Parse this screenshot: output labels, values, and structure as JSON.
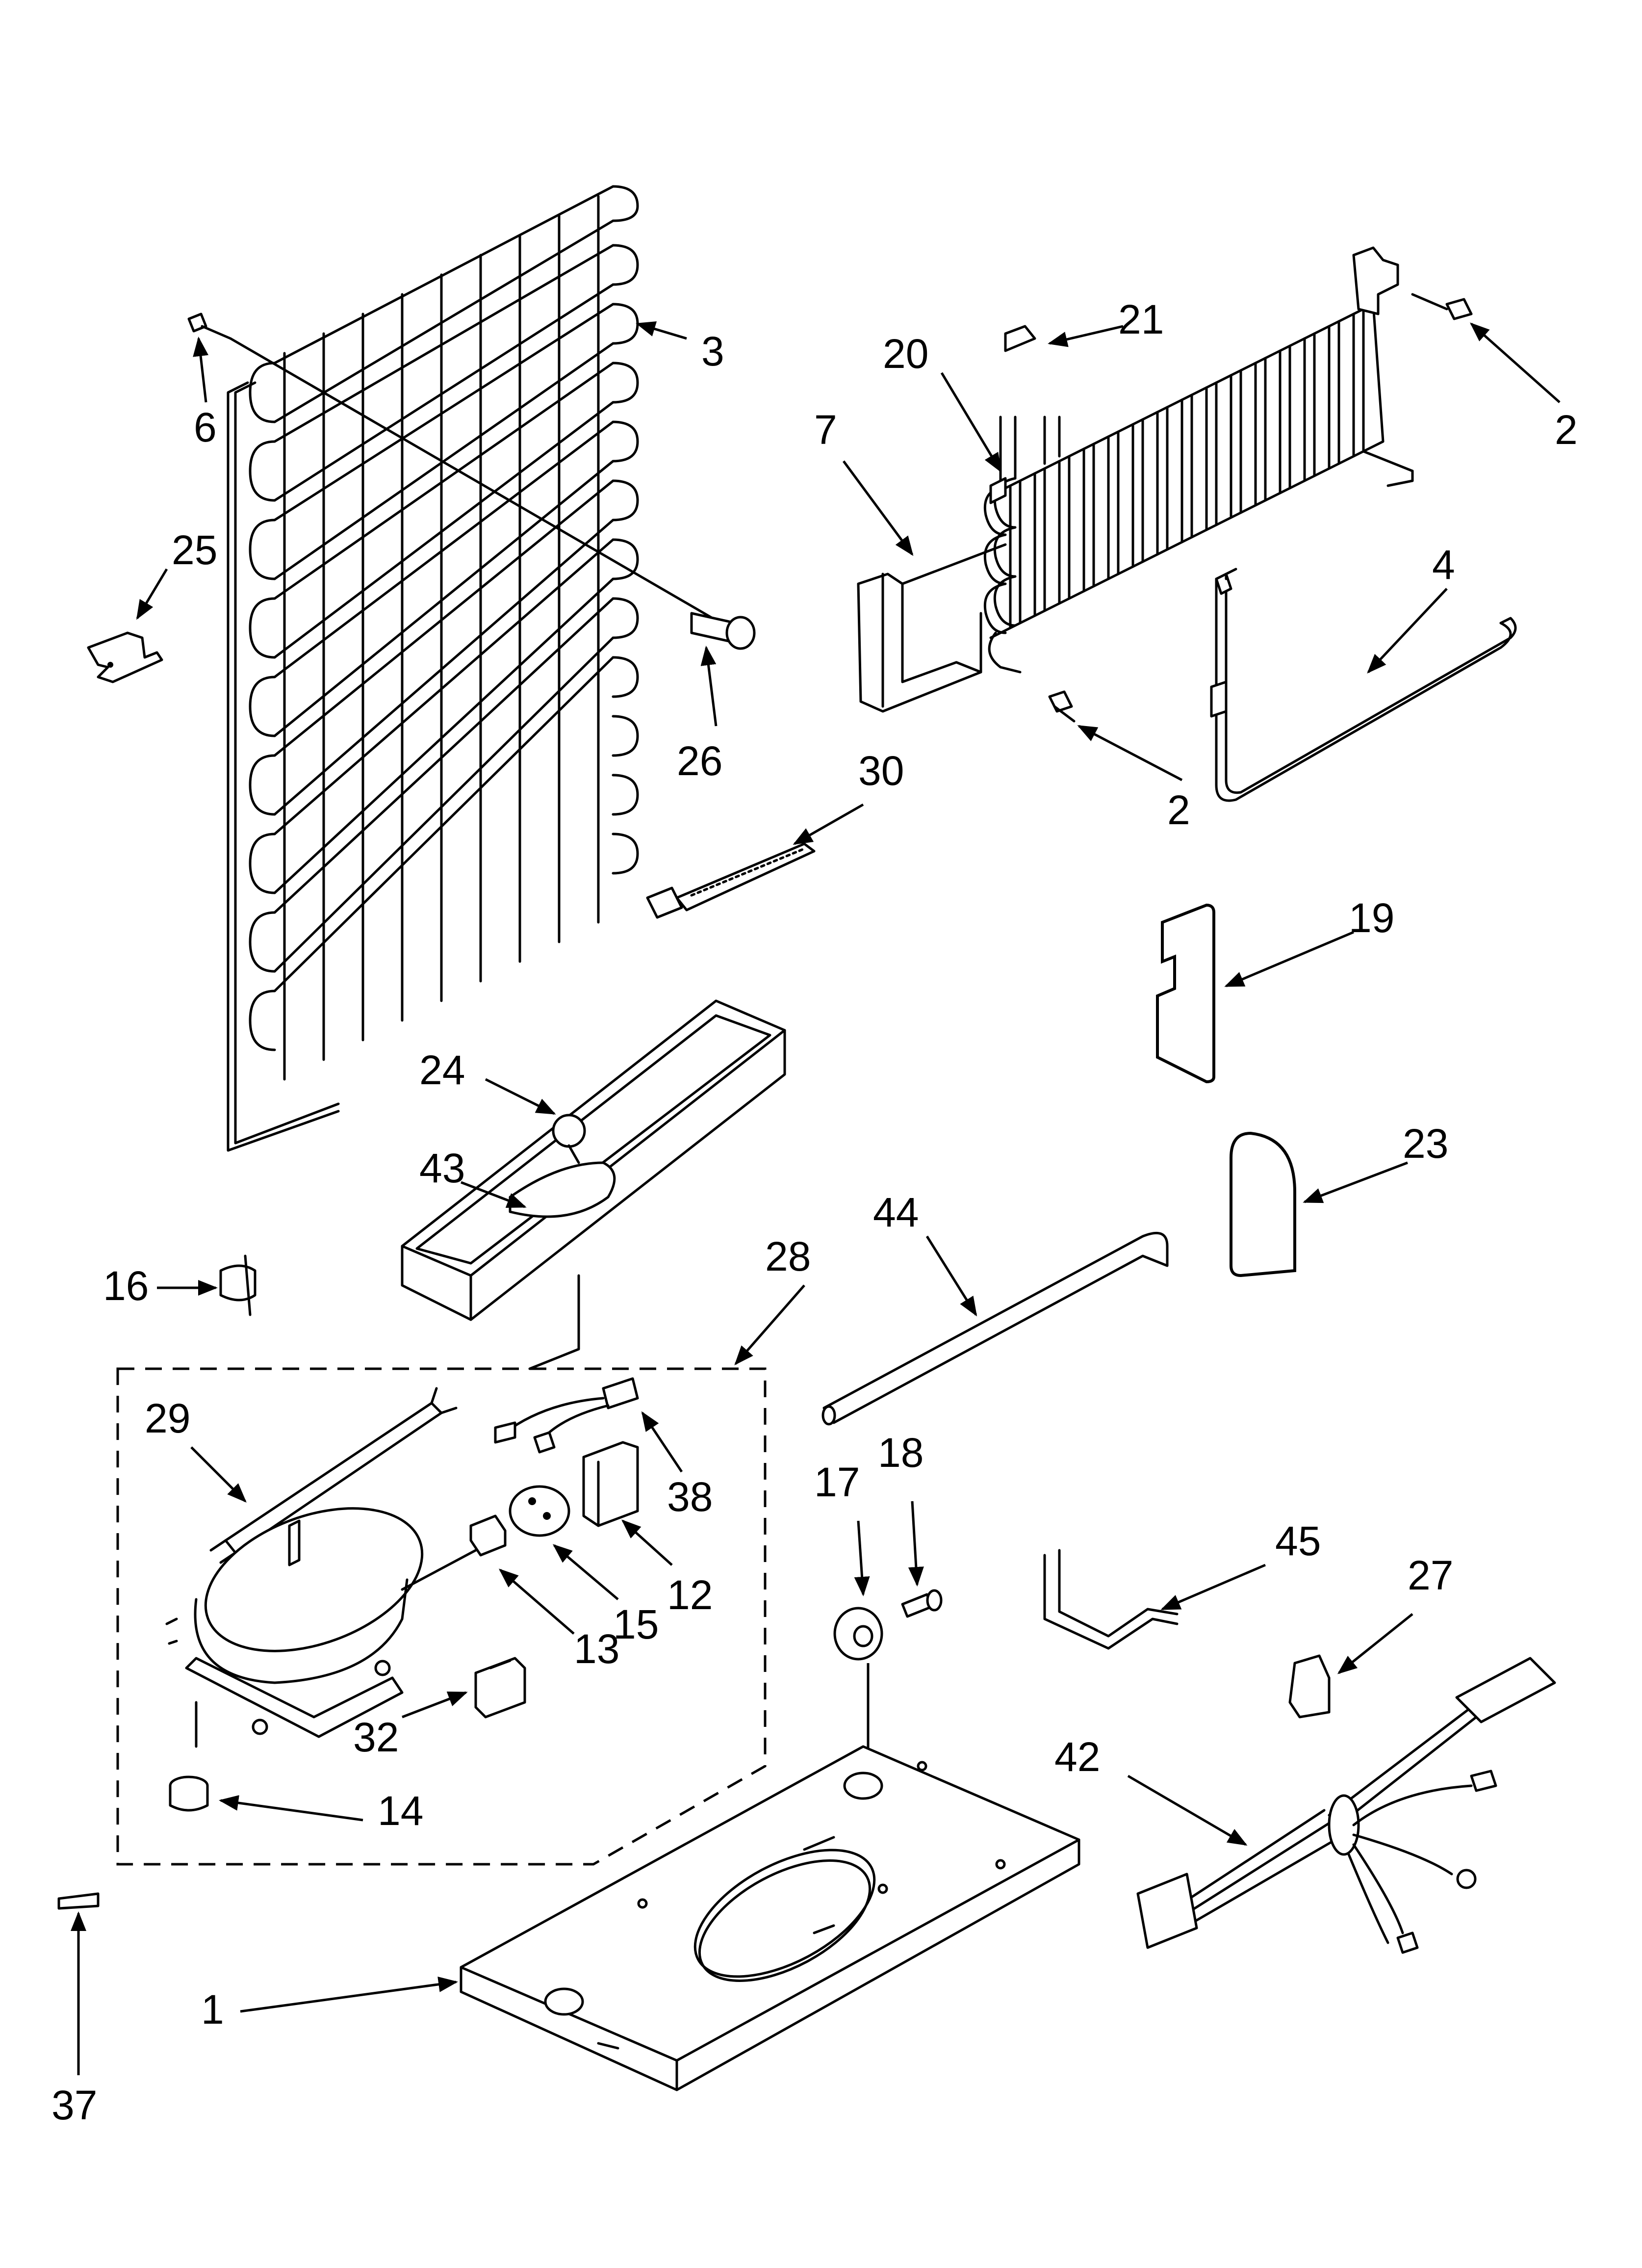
{
  "figure": {
    "type": "exploded parts diagram",
    "colors": {
      "line": "#000000",
      "background": "#ffffff"
    },
    "callouts": [
      "1",
      "2",
      "2",
      "3",
      "4",
      "6",
      "7",
      "12",
      "13",
      "14",
      "15",
      "16",
      "17",
      "18",
      "19",
      "20",
      "21",
      "23",
      "24",
      "25",
      "26",
      "27",
      "28",
      "29",
      "30",
      "32",
      "37",
      "38",
      "42",
      "43",
      "44",
      "45"
    ]
  }
}
